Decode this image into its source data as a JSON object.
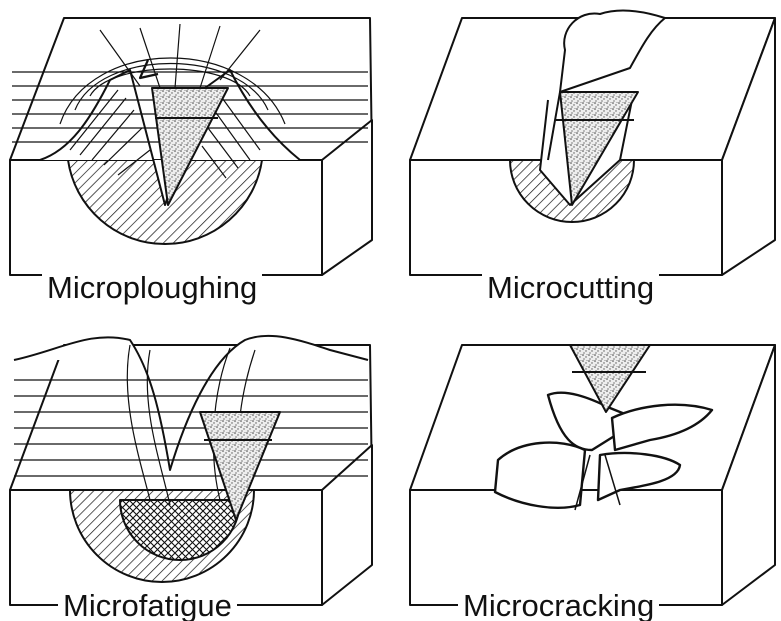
{
  "figure": {
    "panels": [
      {
        "label": "Microploughing"
      },
      {
        "label": "Microcutting"
      },
      {
        "label": "Microfatigue"
      },
      {
        "label": "Microcracking"
      }
    ]
  },
  "colors": {
    "ink": "#111111",
    "paper": "#ffffff",
    "stipple": "#555555"
  }
}
